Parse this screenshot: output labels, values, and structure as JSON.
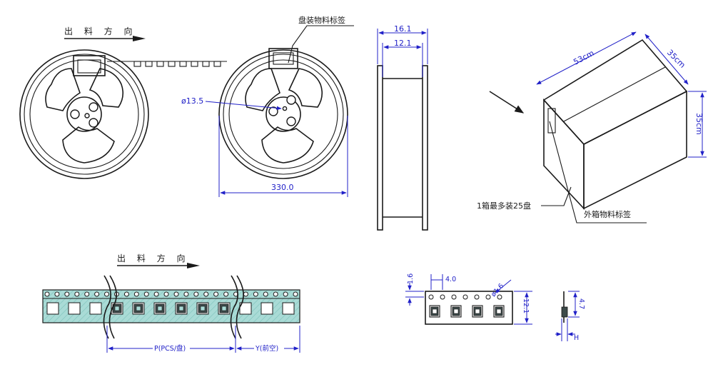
{
  "labels": {
    "feed_direction": "出 料 方 向",
    "reel_label": "盘装物料标签",
    "hub_diameter": "ø13.5",
    "reel_diameter": "330.0",
    "reel_width_outer": "16.1",
    "reel_width_inner": "12.1",
    "box_length": "53cm",
    "box_width": "35cm",
    "box_height": "35cm",
    "box_capacity": "1箱最多装25盘",
    "box_label": "外箱物料标签",
    "tape_feed_direction": "出 料 方 向",
    "pcs_per_reel": "P(PCS/盘)",
    "leader_empty": "Y(前空)",
    "hole_offset": "1.6",
    "hole_pitch": "4.0",
    "hole_diameter": "ø1.6",
    "tape_width": "12.1",
    "tape_thickness": "4.7",
    "tape_height": "H"
  },
  "tape": {
    "hole_count": 26,
    "pocket_count": 12,
    "filled_pockets": [
      3,
      4,
      5,
      6,
      7,
      8
    ]
  }
}
